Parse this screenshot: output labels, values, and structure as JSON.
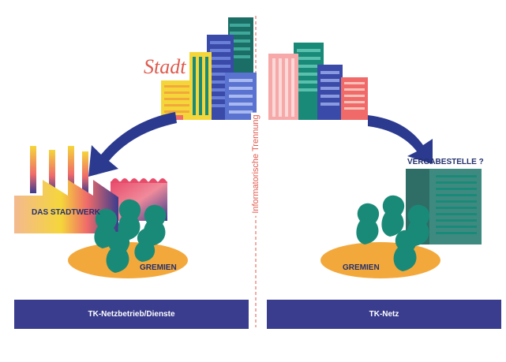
{
  "labels": {
    "stadt": "Stadt",
    "stadtwerk": "DAS STADTWERK",
    "gremien_left": "GREMIEN",
    "gremien_right": "GREMIEN",
    "vergabestelle": "VERGABESTELLE ?",
    "divider": "Informatorische Trennung"
  },
  "bars": {
    "left": "TK-Netzbetrieb/Dienste",
    "right": "TK-Netz"
  },
  "colors": {
    "navy": "#3a3c8e",
    "arrow": "#2b3a8f",
    "accent_red": "#e05a4e",
    "teal": "#1a8a78",
    "orange": "#f3a83b",
    "yellow": "#f5d63a"
  }
}
